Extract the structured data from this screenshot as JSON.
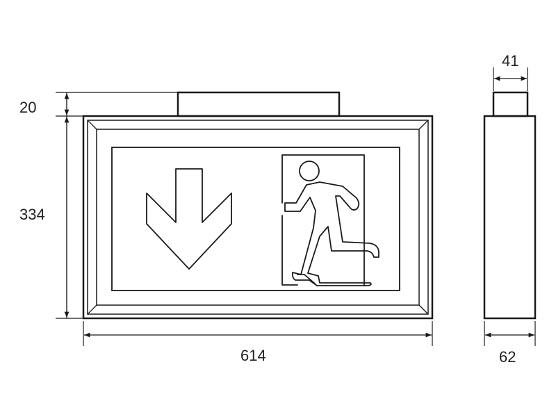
{
  "dimensions": {
    "mount_height": "20",
    "body_height": "334",
    "body_width": "614",
    "mount_depth": "41",
    "body_depth": "62"
  },
  "colors": {
    "line": "#1a1a1a",
    "text": "#222222",
    "background": "#ffffff"
  }
}
